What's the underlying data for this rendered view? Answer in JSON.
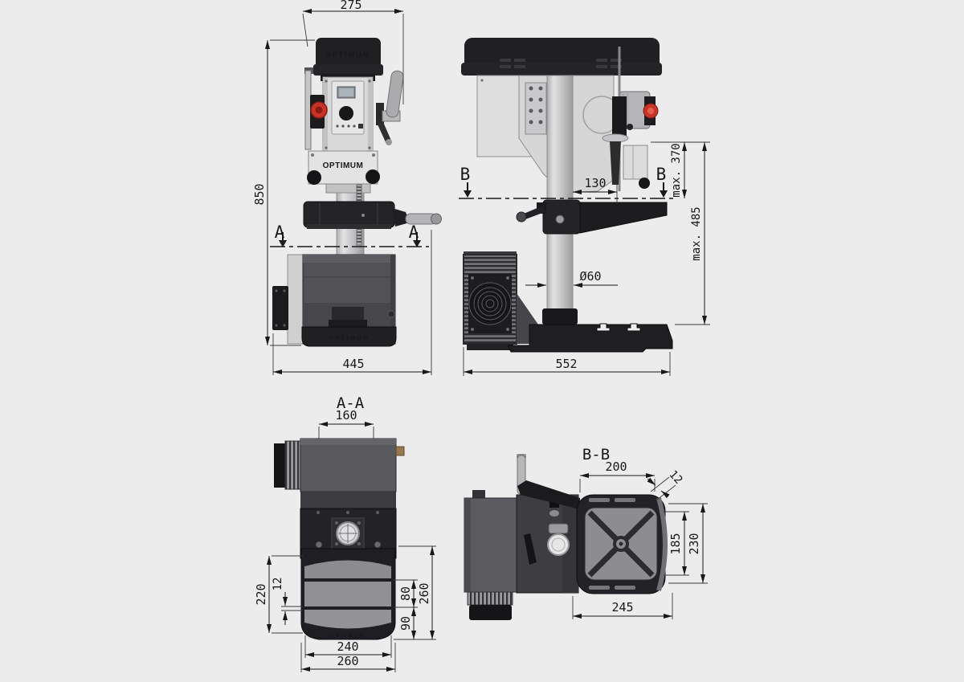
{
  "page": {
    "background": "#ececec",
    "line_color": "#18181a"
  },
  "brand": "OPTIMUM",
  "views": {
    "front": {
      "section_marker": "A",
      "brand_cap": "OPTIMUM",
      "brand_head": "OPTIMUM",
      "brand_base": "OPTIMUM",
      "dims": {
        "head_width": "275",
        "total_height": "850",
        "base_width": "445"
      }
    },
    "side": {
      "section_marker": "B",
      "dims": {
        "spindle_to_column": "130",
        "spindle_to_table_max": "max. 370",
        "spindle_to_base_max": "max. 485",
        "column_diameter": "Ø60",
        "base_depth": "552"
      }
    },
    "section_aa": {
      "title": "A-A",
      "brand_base": "OPTIMUM",
      "dims": {
        "top_width": "160",
        "pad_span": "220",
        "pad_gap": "12",
        "pad_mid": "80",
        "side_height": "260",
        "pad_bottom": "90",
        "inner_width": "240",
        "outer_width": "260"
      }
    },
    "section_bb": {
      "title": "B-B",
      "dims": {
        "top_width": "200",
        "edge_chamfer": "12",
        "inner_height": "185",
        "outer_height": "230",
        "bottom_width": "245"
      }
    }
  }
}
